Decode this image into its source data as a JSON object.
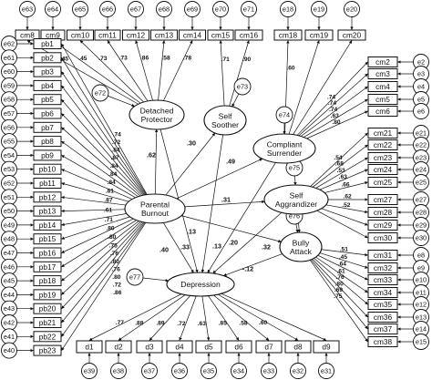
{
  "diagram": {
    "latents": [
      {
        "id": "pb",
        "lines": [
          "Parental",
          "Burnout"
        ]
      },
      {
        "id": "dp",
        "lines": [
          "Detached",
          "Protector"
        ]
      },
      {
        "id": "ss",
        "lines": [
          "Self",
          "Soother"
        ]
      },
      {
        "id": "cs",
        "lines": [
          "Compliant",
          "Surrender"
        ]
      },
      {
        "id": "sa",
        "lines": [
          "Self",
          "Aggrandizer"
        ]
      },
      {
        "id": "ba",
        "lines": [
          "Bully",
          "Attack"
        ]
      },
      {
        "id": "de",
        "lines": [
          "Depression"
        ]
      }
    ],
    "latent_residuals": [
      {
        "label": "e72",
        "target": "dp"
      },
      {
        "label": "e73",
        "target": "ss"
      },
      {
        "label": "e74",
        "target": "cs"
      },
      {
        "label": "e75",
        "target": "sa"
      },
      {
        "label": "e76",
        "target": "ba"
      },
      {
        "label": "e77",
        "target": "de"
      }
    ],
    "top_indicators": [
      {
        "name": "cm8",
        "error": "e63",
        "loading": ".45",
        "latent": "dp"
      },
      {
        "name": "cm9",
        "error": "e64",
        "loading": ".45",
        "latent": "dp"
      },
      {
        "name": "cm10",
        "error": "e65",
        "loading": ".73",
        "latent": "dp"
      },
      {
        "name": "cm11",
        "error": "e66",
        "loading": ".73",
        "latent": "dp"
      },
      {
        "name": "cm12",
        "error": "e67",
        "loading": ".86",
        "latent": "dp"
      },
      {
        "name": "cm13",
        "error": "e68",
        "loading": ".58",
        "latent": "dp"
      },
      {
        "name": "cm14",
        "error": "e69",
        "loading": ".78",
        "latent": "dp"
      },
      {
        "name": "cm15",
        "error": "e70",
        "loading": ".71",
        "latent": "ss"
      },
      {
        "name": "cm16",
        "error": "e71",
        "loading": ".90",
        "latent": "ss"
      },
      {
        "name": "cm18",
        "error": "e18",
        "loading": ".60",
        "latent": "cs"
      },
      {
        "name": "cm19",
        "error": "e19",
        "loading": "",
        "latent": "cs"
      },
      {
        "name": "cm20",
        "error": "e20",
        "loading": "",
        "latent": "cs"
      }
    ],
    "left_indicators": [
      {
        "name": "pb1",
        "error": "e62",
        "loading": ""
      },
      {
        "name": "pb2",
        "error": "e61",
        "loading": ""
      },
      {
        "name": "pb3",
        "error": "e60",
        "loading": ""
      },
      {
        "name": "pb4",
        "error": "e59",
        "loading": ".74"
      },
      {
        "name": "pb5",
        "error": "e58",
        "loading": ".72"
      },
      {
        "name": "pb6",
        "error": "e57",
        "loading": ".84"
      },
      {
        "name": "pb7",
        "error": "e56",
        "loading": ".87"
      },
      {
        "name": "pb8",
        "error": "e55",
        "loading": ".84"
      },
      {
        "name": "pb9",
        "error": "e54",
        "loading": ".84"
      },
      {
        "name": "pb10",
        "error": "e53",
        "loading": ".84"
      },
      {
        "name": "pb11",
        "error": "e52",
        "loading": ".81"
      },
      {
        "name": "pb12",
        "error": "e51",
        "loading": ".87"
      },
      {
        "name": "pb13",
        "error": "e50",
        "loading": ".61"
      },
      {
        "name": "pb14",
        "error": "e49",
        "loading": ".71"
      },
      {
        "name": "pb15",
        "error": "e48",
        "loading": ".80"
      },
      {
        "name": "pb16",
        "error": "e47",
        "loading": ".80"
      },
      {
        "name": "pb17",
        "error": "e46",
        "loading": ".75"
      },
      {
        "name": "pb18",
        "error": "e45",
        "loading": ".76"
      },
      {
        "name": "pb19",
        "error": "e44",
        "loading": ".80"
      },
      {
        "name": "pb20",
        "error": "e43",
        "loading": ".76"
      },
      {
        "name": "pb21",
        "error": "e42",
        "loading": ".80"
      },
      {
        "name": "pb22",
        "error": "e41",
        "loading": ".72"
      },
      {
        "name": "pb23",
        "error": "e40",
        "loading": ".86"
      }
    ],
    "right_indicators": [
      {
        "name": "cm2",
        "error": "e2",
        "loading": ".74",
        "latent": "cs"
      },
      {
        "name": "cm3",
        "error": "e3",
        "loading": ".74",
        "latent": "cs"
      },
      {
        "name": "cm4",
        "error": "e4",
        "loading": ".74",
        "latent": "cs"
      },
      {
        "name": "cm5",
        "error": "e5",
        "loading": ".63",
        "latent": "cs"
      },
      {
        "name": "cm6",
        "error": "e6",
        "loading": ".80",
        "latent": "cs"
      },
      {
        "name": "cm21",
        "error": "e21",
        "loading": ".54",
        "latent": "sa"
      },
      {
        "name": "cm22",
        "error": "e22",
        "loading": ".68",
        "latent": "sa"
      },
      {
        "name": "cm23",
        "error": "e23",
        "loading": ".53",
        "latent": "sa"
      },
      {
        "name": "cm24",
        "error": "e24",
        "loading": ".63",
        "latent": "sa"
      },
      {
        "name": "cm25",
        "error": "e25",
        "loading": ".66",
        "latent": "sa"
      },
      {
        "name": "cm27",
        "error": "e27",
        "loading": ".62",
        "latent": "sa"
      },
      {
        "name": "cm28",
        "error": "e28",
        "loading": ".52",
        "latent": "sa"
      },
      {
        "name": "cm29",
        "error": "e29",
        "loading": "",
        "latent": "sa"
      },
      {
        "name": "cm30",
        "error": "e30",
        "loading": "",
        "latent": "sa"
      },
      {
        "name": "cm31",
        "error": "e8",
        "loading": ".51",
        "latent": "ba"
      },
      {
        "name": "cm32",
        "error": "e9",
        "loading": ".45",
        "latent": "ba"
      },
      {
        "name": "cm33",
        "error": "e10",
        "loading": ".64",
        "latent": "ba"
      },
      {
        "name": "cm34",
        "error": "e11",
        "loading": ".61",
        "latent": "ba"
      },
      {
        "name": "cm35",
        "error": "e12",
        "loading": ".76",
        "latent": "ba"
      },
      {
        "name": "cm36",
        "error": "e13",
        "loading": ".80",
        "latent": "ba"
      },
      {
        "name": "cm37",
        "error": "e14",
        "loading": ".69",
        "latent": "ba"
      },
      {
        "name": "cm38",
        "error": "e15",
        "loading": ".75",
        "latent": "ba"
      }
    ],
    "bottom_indicators": [
      {
        "name": "d1",
        "error": "e39",
        "loading": ".77"
      },
      {
        "name": "d2",
        "error": "e38",
        "loading": ".88"
      },
      {
        "name": "d3",
        "error": "e37",
        "loading": ".89"
      },
      {
        "name": "d4",
        "error": "e36",
        "loading": ".72"
      },
      {
        "name": "d5",
        "error": "e35",
        "loading": ".63"
      },
      {
        "name": "d6",
        "error": "e34",
        "loading": ".85"
      },
      {
        "name": "d7",
        "error": "e33",
        "loading": ".58"
      },
      {
        "name": "d8",
        "error": "e32",
        "loading": ".60"
      },
      {
        "name": "d9",
        "error": "e31",
        "loading": ""
      }
    ],
    "structural_paths": [
      {
        "from": "pb",
        "to": "dp",
        "coef": ".62"
      },
      {
        "from": "pb",
        "to": "ss",
        "coef": ".30"
      },
      {
        "from": "pb",
        "to": "cs",
        "coef": ".49"
      },
      {
        "from": "pb",
        "to": "sa",
        "coef": ".31"
      },
      {
        "from": "pb",
        "to": "ba",
        "coef": ".32"
      },
      {
        "from": "pb",
        "to": "de",
        "coef": ".40"
      },
      {
        "from": "dp",
        "to": "de",
        "coef": ".33"
      },
      {
        "from": "ss",
        "to": "de",
        "coef": ".13"
      },
      {
        "from": "cs",
        "to": "de",
        "coef": ".20"
      },
      {
        "from": "sa",
        "to": "de",
        "coef": ".13"
      },
      {
        "from": "ba",
        "to": "de",
        "coef": "-.12"
      },
      {
        "from": "sa",
        "to": "ba",
        "coef": ""
      }
    ]
  }
}
